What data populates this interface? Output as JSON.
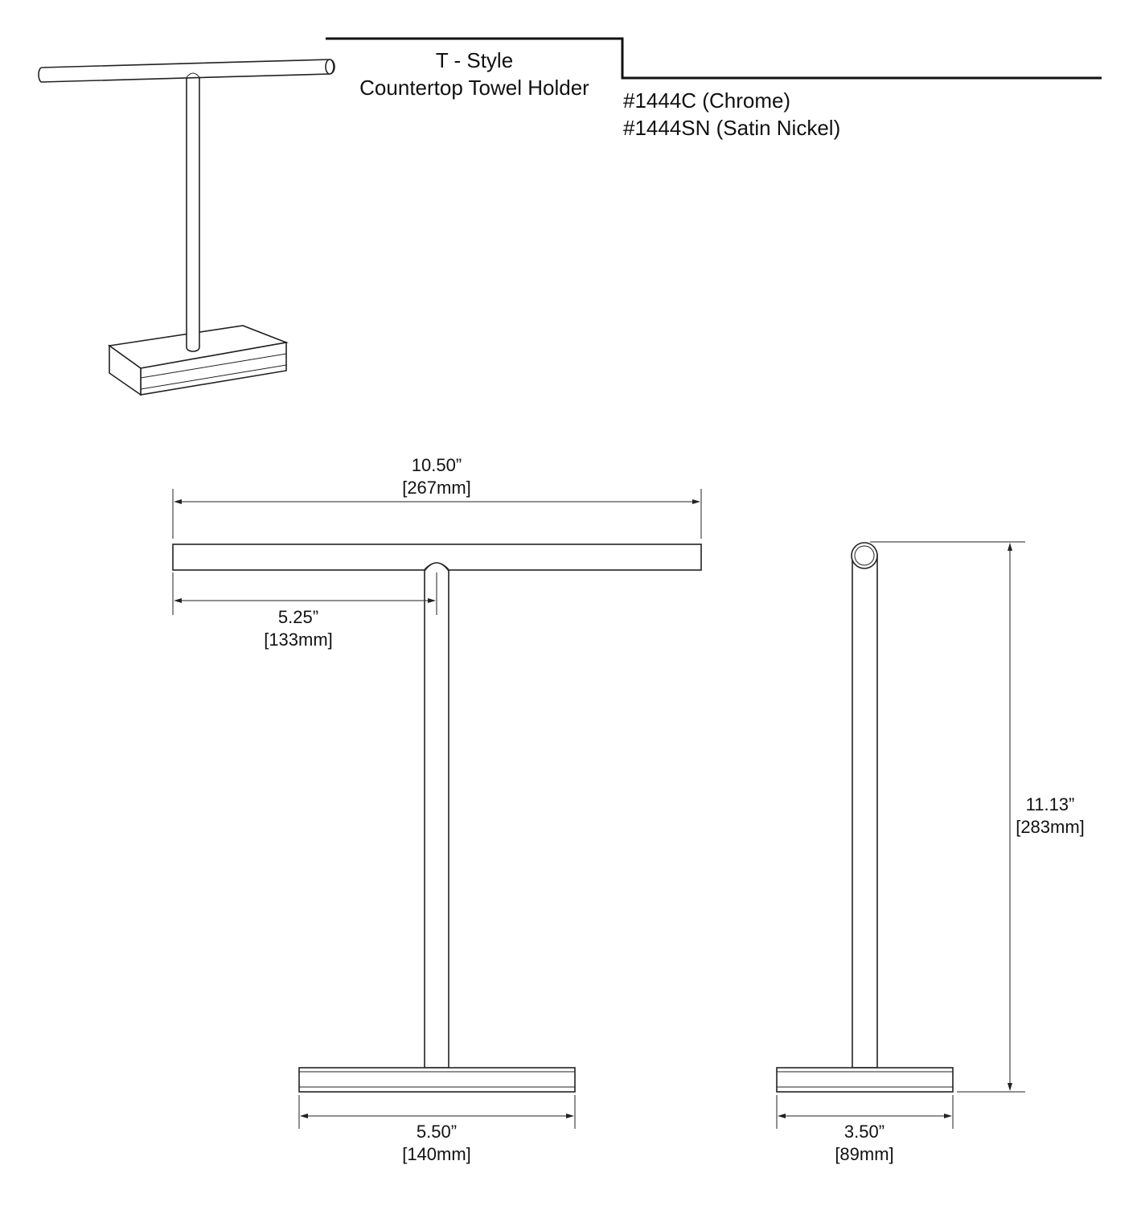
{
  "header": {
    "title_line1": "T - Style",
    "title_line2": "Countertop Towel Holder",
    "model_chrome": "#1444C (Chrome)",
    "model_satin": "#1444SN (Satin Nickel)"
  },
  "dimensions": {
    "overall_width": {
      "in": "10.50”",
      "mm": "[267mm]"
    },
    "arm_to_post": {
      "in": "5.25”",
      "mm": "[133mm]"
    },
    "base_width": {
      "in": "5.50”",
      "mm": "[140mm]"
    },
    "height": {
      "in": "11.13”",
      "mm": "[283mm]"
    },
    "base_depth": {
      "in": "3.50”",
      "mm": "[89mm]"
    }
  }
}
